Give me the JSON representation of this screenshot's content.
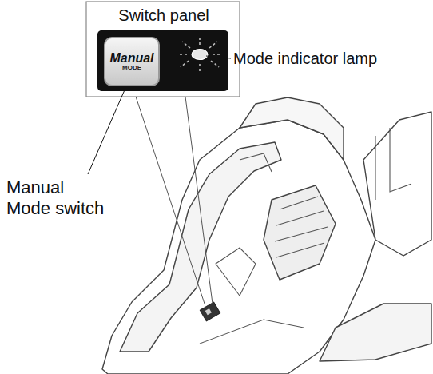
{
  "diagram": {
    "nodes": [
      {
        "text": [
          "Switch panel"
        ]
      },
      {
        "text": [
          "Manual",
          "MODE"
        ],
        "in": 0
      }
    ],
    "labels": [
      "Mode indicator lamp",
      "Manual Mode switch"
    ]
  }
}
